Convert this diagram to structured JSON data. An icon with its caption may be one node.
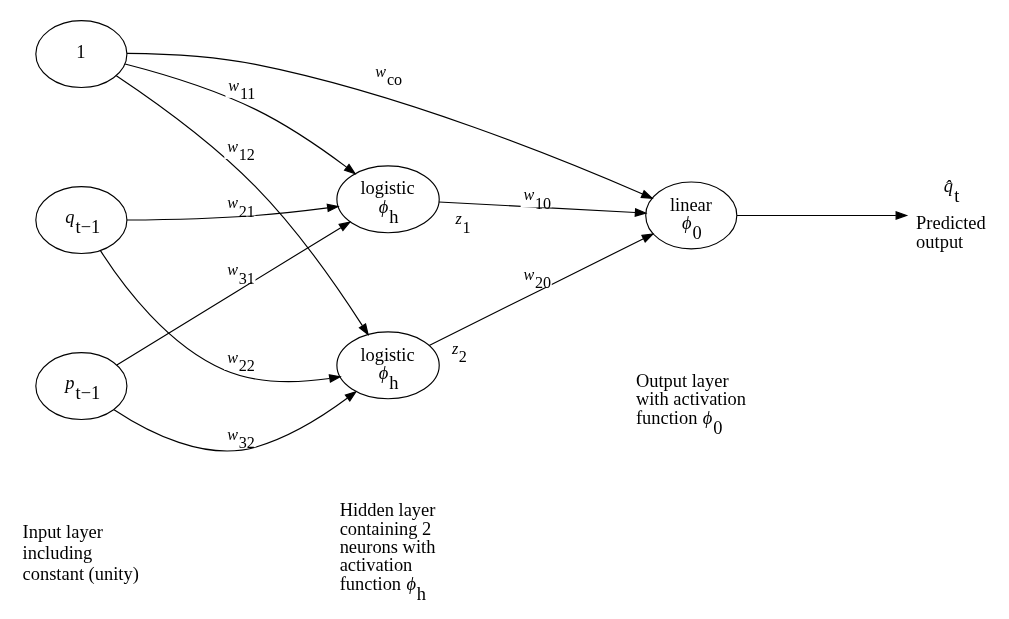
{
  "diagram": {
    "nodes": [
      {
        "text": [
          "1"
        ]
      },
      {
        "text": [
          "*q*$_{t−1}$"
        ]
      },
      {
        "text": [
          "*p*$_{t−1}$"
        ]
      },
      {
        "text": [
          "logistic",
          "*ϕ*$_{h}$"
        ],
        "beside": [
          "*z*$_{1}$"
        ]
      },
      {
        "text": [
          "logistic",
          "*ϕ*$_{h}$"
        ],
        "beside": [
          "*z*$_{2}$"
        ]
      },
      {
        "text": [
          "linear",
          "*ϕ*$_{0}$"
        ]
      },
      {
        "text": [
          "*q̂*$_{t}$"
        ],
        "beside": [
          "Predicted output"
        ]
      }
    ],
    "edges": [
      {
        "from": 0,
        "to": 3,
        "arrow": "to",
        "label": "*w*$_{11}$"
      },
      {
        "from": 0,
        "to": 4,
        "arrow": "to",
        "label": "*w*$_{12}$"
      },
      {
        "from": 1,
        "to": 3,
        "arrow": "to",
        "label": "*w*$_{21}$"
      },
      {
        "from": 1,
        "to": 4,
        "arrow": "to",
        "label": "*w*$_{22}$"
      },
      {
        "from": 2,
        "to": 3,
        "arrow": "to",
        "label": "*w*$_{31}$"
      },
      {
        "from": 2,
        "to": 4,
        "arrow": "to",
        "label": "*w*$_{32}$"
      },
      {
        "from": 3,
        "to": 5,
        "arrow": "to",
        "label": "*w*$_{10}$"
      },
      {
        "from": 4,
        "to": 5,
        "arrow": "to",
        "label": "*w*$_{20}$"
      },
      {
        "from": 0,
        "to": 5,
        "arrow": "to",
        "label": "*w*$_{co}$"
      },
      {
        "from": 5,
        "to": 6,
        "arrow": "to"
      }
    ],
    "labels": [
      "Input layer including constant (unity)",
      "Hidden layer containing 2 neurons with activation function *ϕ*$_{h}$",
      "Output layer with activation function *ϕ*$_{0}$"
    ]
  }
}
